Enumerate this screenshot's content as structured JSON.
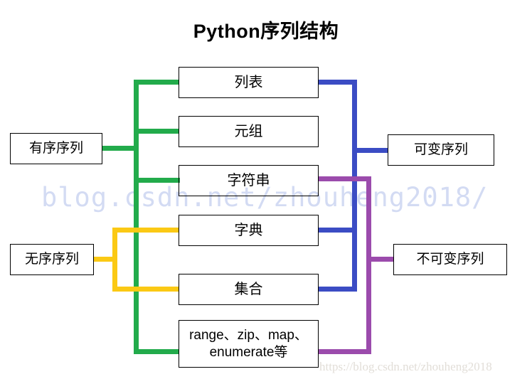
{
  "title": "Python序列结构",
  "colors": {
    "ordered_branch": "#22ab4b",
    "unordered_branch": "#fbc914",
    "mutable_branch": "#3b4cc4",
    "immutable_branch": "#9b4bac",
    "box_border": "#000000",
    "text": "#000000",
    "watermark_main": "#ccd5f2",
    "watermark_small": "#e2ded8",
    "background": "#ffffff"
  },
  "left_categories": [
    {
      "id": "ordered",
      "label": "有序序列",
      "color": "#22ab4b"
    },
    {
      "id": "unordered",
      "label": "无序序列",
      "color": "#fbc914"
    }
  ],
  "types": [
    {
      "id": "list",
      "label": "列表",
      "left_branch": "ordered",
      "right_branch": "mutable"
    },
    {
      "id": "tuple",
      "label": "元组",
      "left_branch": "ordered",
      "right_branch": "none"
    },
    {
      "id": "string",
      "label": "字符串",
      "left_branch": "ordered",
      "right_branch": "immutable"
    },
    {
      "id": "dict",
      "label": "字典",
      "left_branch": "unordered",
      "right_branch": "mutable"
    },
    {
      "id": "set",
      "label": "集合",
      "left_branch": "unordered",
      "right_branch": "mutable"
    },
    {
      "id": "iterators",
      "label_line1": "range、zip、map、",
      "label_line2": "enumerate等",
      "left_branch": "ordered",
      "right_branch": "immutable"
    }
  ],
  "right_categories": [
    {
      "id": "mutable",
      "label": "可变序列",
      "color": "#3b4cc4"
    },
    {
      "id": "immutable",
      "label": "不可变序列",
      "color": "#9b4bac"
    }
  ],
  "watermarks": {
    "main": "blog.csdn.net/zhouheng2018/",
    "small": "https://blog.csdn.net/zhouheng2018"
  }
}
